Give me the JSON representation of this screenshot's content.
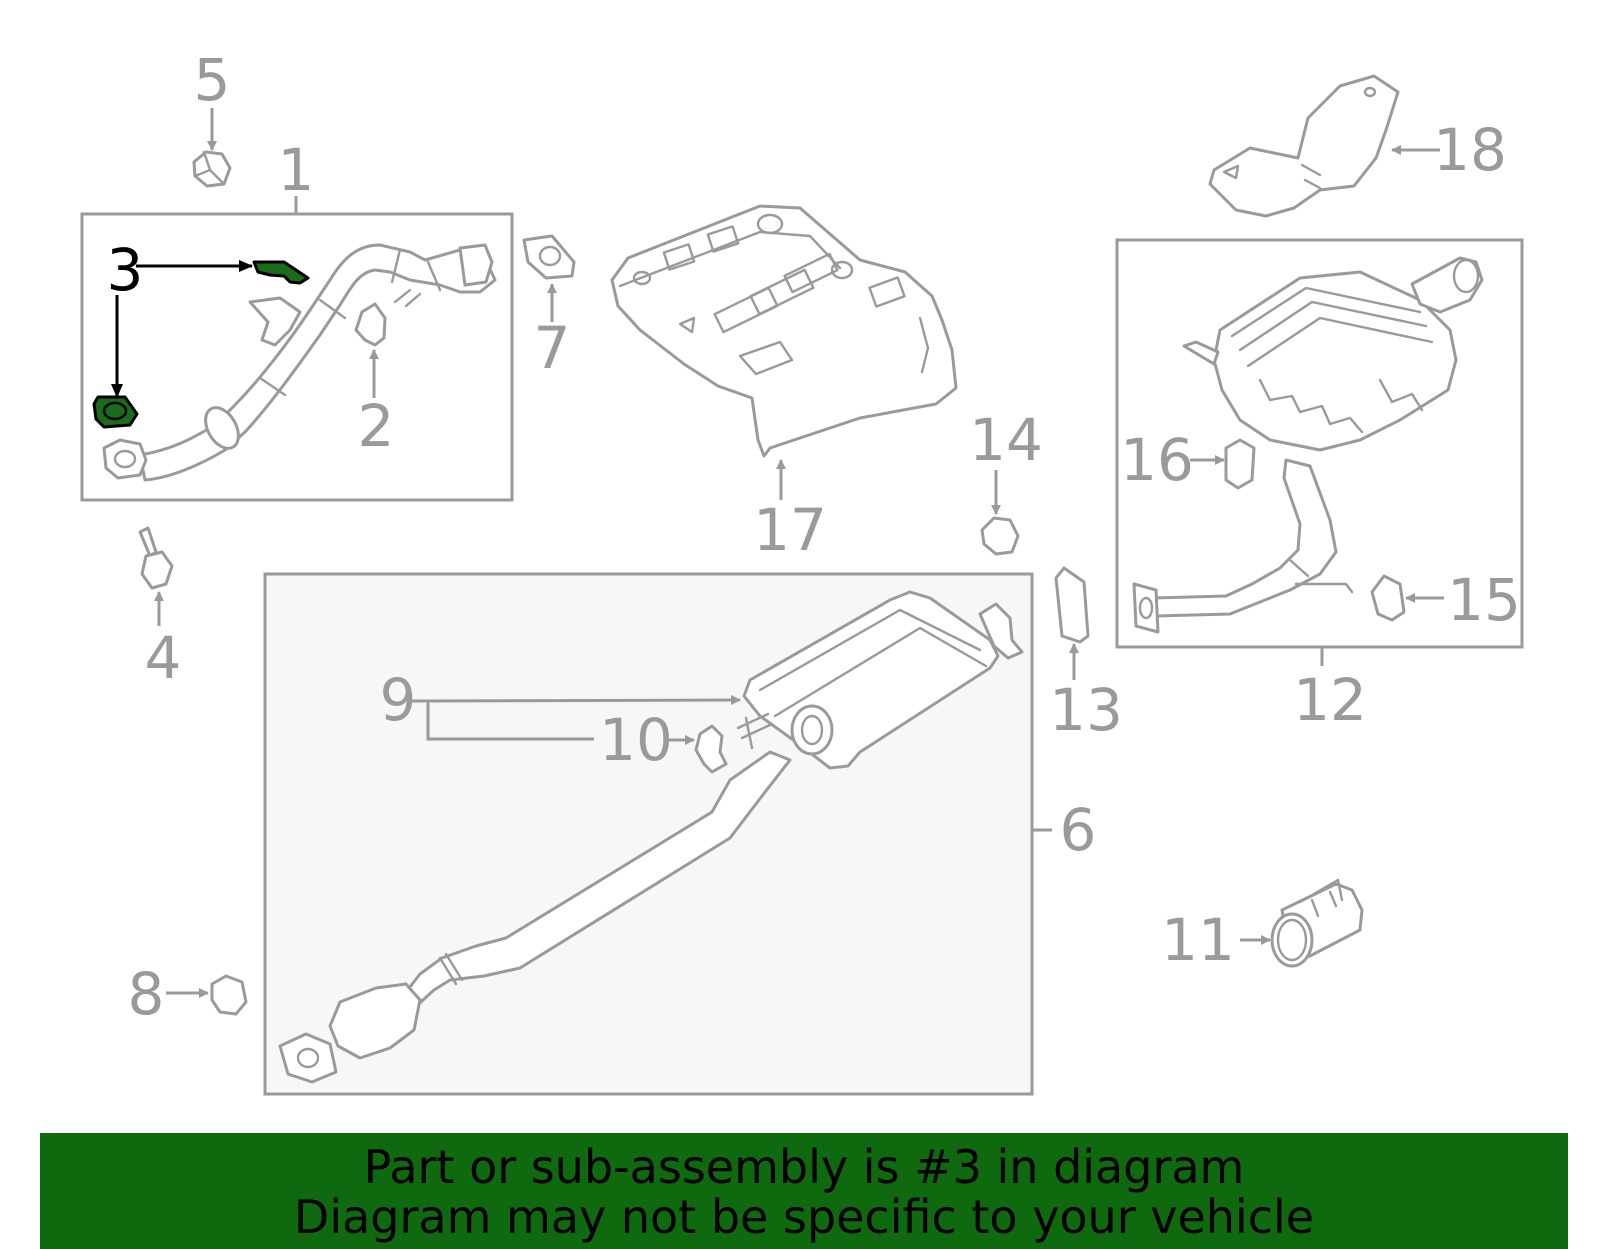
{
  "diagram": {
    "highlighted_part": "3",
    "callouts": {
      "c1": "1",
      "c2": "2",
      "c3": "3",
      "c4": "4",
      "c5": "5",
      "c6": "6",
      "c7": "7",
      "c8": "8",
      "c9": "9",
      "c10": "10",
      "c11": "11",
      "c12": "12",
      "c13": "13",
      "c14": "14",
      "c15": "15",
      "c16": "16",
      "c17": "17",
      "c18": "18"
    },
    "colors": {
      "highlight_fill": "#1a6b1a",
      "line_gray": "#9a9a9a",
      "banner_bg": "#0f6a0f"
    }
  },
  "banner": {
    "line1": "Part or sub-assembly is #3 in diagram",
    "line2": "Diagram may not be specific to your vehicle"
  }
}
